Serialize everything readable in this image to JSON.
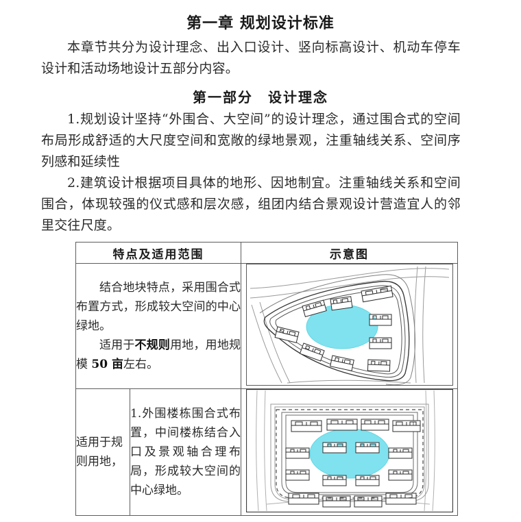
{
  "document": {
    "title": "第一章 规划设计标准",
    "intro": "本章节共分为设计理念、出入口设计、竖向标高设计、机动车停车设计和活动场地设计五部分内容。",
    "section_title": "第一部分　设计理念",
    "paragraphs": [
      "1.规划设计坚持“外围合、大空间”的设计理念，通过围合式的空间布局形成舒适的大尺度空间和宽敞的绿地景观，注重轴线关系、空间序列感和延续性",
      "2.建筑设计根据项目具体的地形、因地制宜。注重轴线关系和空间围合，体现较强的仪式感和层次感，组团内结合景观设计营造宜人的邻里交往尺度。"
    ]
  },
  "table": {
    "headers": {
      "features": "特点及适用范围",
      "diagram": "示意图"
    },
    "rows": [
      {
        "feature_paragraph_1": "结合地块特点，采用围合式布置方式，形成较大空间的中心绿地。",
        "feature_paragraph_2_pre": "适用于",
        "feature_paragraph_2_bold_1": "不规则",
        "feature_paragraph_2_mid": "用地，用地规模 ",
        "feature_paragraph_2_bold_2": "50 亩",
        "feature_paragraph_2_post": "左右。",
        "diagram_name": "irregular-site-plan"
      },
      {
        "side_label": "适用于规则用地，",
        "sub_feature": "1.外围楼栋围合式布置，中间楼栋结合入口及景观轴合理布局，形成较大空间的中心绿地。",
        "diagram_name": "regular-site-plan"
      }
    ]
  },
  "colors": {
    "green_space": "#80e2ee",
    "green_space_stroke": "#4fc9d8",
    "building_fill": "#ffffff",
    "building_stroke": "#2b2b2b",
    "road_stroke": "#9a9a9a",
    "boundary_stroke": "#333333",
    "table_border": "#5c5c5c",
    "text": "#2a2a2a"
  }
}
